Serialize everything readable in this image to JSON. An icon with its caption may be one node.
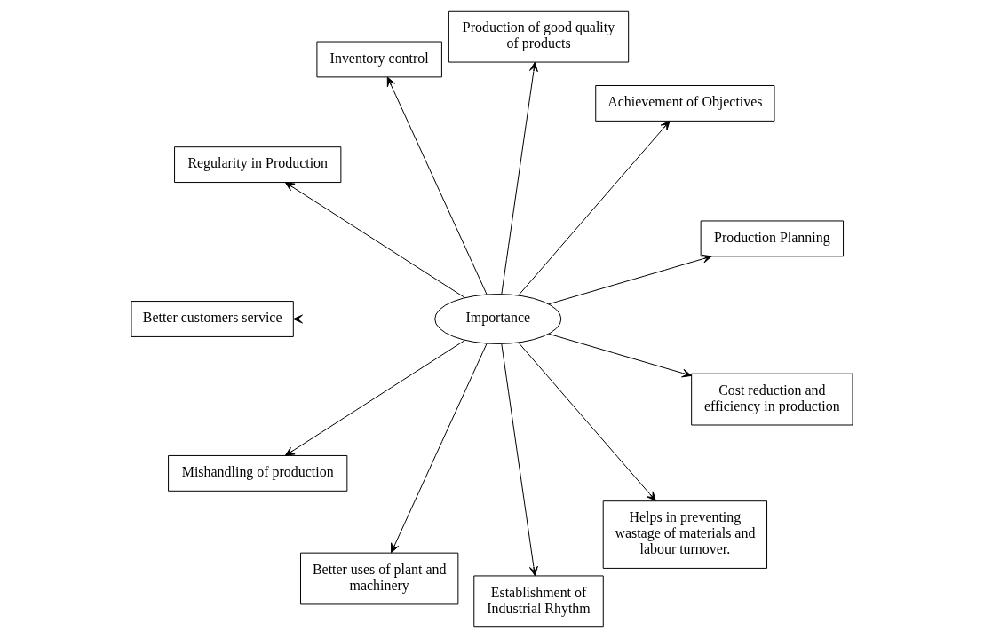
{
  "diagram": {
    "nodes": [
      {
        "text": [
          "Importance"
        ]
      },
      {
        "text": [
          "Production Planning"
        ]
      },
      {
        "text": [
          "Achievement of Objectives"
        ]
      },
      {
        "text": [
          "Production of good quality of products"
        ]
      },
      {
        "text": [
          "Inventory control"
        ]
      },
      {
        "text": [
          "Regularity in Production"
        ]
      },
      {
        "text": [
          "Better customers service"
        ]
      },
      {
        "text": [
          "Mishandling of production"
        ]
      },
      {
        "text": [
          "Better uses of plant and machinery"
        ]
      },
      {
        "text": [
          "Establishment of Industrial Rhythm"
        ]
      },
      {
        "text": [
          "Helps in preventing wastage of materials and labour turnover."
        ]
      },
      {
        "text": [
          "Cost reduction and efficiency in production"
        ]
      }
    ],
    "edges": [
      {
        "from": 0,
        "to": 1,
        "arrow": "to"
      },
      {
        "from": 0,
        "to": 2,
        "arrow": "to"
      },
      {
        "from": 0,
        "to": 3,
        "arrow": "to"
      },
      {
        "from": 0,
        "to": 4,
        "arrow": "to"
      },
      {
        "from": 0,
        "to": 5,
        "arrow": "to"
      },
      {
        "from": 0,
        "to": 6,
        "arrow": "to"
      },
      {
        "from": 0,
        "to": 7,
        "arrow": "to"
      },
      {
        "from": 0,
        "to": 8,
        "arrow": "to"
      },
      {
        "from": 0,
        "to": 9,
        "arrow": "to"
      },
      {
        "from": 0,
        "to": 10,
        "arrow": "to"
      },
      {
        "from": 0,
        "to": 11,
        "arrow": "to"
      }
    ]
  }
}
